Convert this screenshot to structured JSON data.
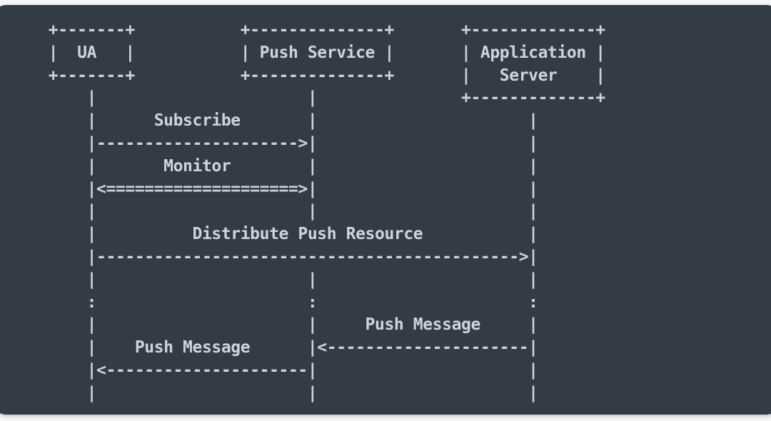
{
  "colors": {
    "page_bg": "#f5f6f7",
    "panel_bg": "#333c46",
    "text": "#ced4da"
  },
  "diagram": {
    "type": "ascii-sequence-diagram",
    "participants": [
      "UA",
      "Push Service",
      "Application Server"
    ],
    "messages": [
      {
        "label": "Subscribe",
        "from": "UA",
        "to": "Push Service",
        "style": "dashed-arrow-right"
      },
      {
        "label": "Monitor",
        "from": "UA",
        "to": "Push Service",
        "style": "double-line-bidirectional"
      },
      {
        "label": "Distribute Push Resource",
        "from": "UA",
        "to": "Application Server",
        "style": "dashed-arrow-right"
      },
      {
        "label": "Push Message",
        "from": "Application Server",
        "to": "Push Service",
        "style": "dashed-arrow-left"
      },
      {
        "label": "Push Message",
        "from": "Push Service",
        "to": "UA",
        "style": "dashed-arrow-left"
      }
    ],
    "ascii_lines": [
      "    +-------+           +--------------+       +-------------+",
      "    |  UA   |           | Push Service |       | Application |",
      "    +-------+           +--------------+       |   Server    |",
      "        |                      |               +-------------+",
      "        |      Subscribe       |                      |",
      "        |--------------------->|                      |",
      "        |       Monitor        |                      |",
      "        |<====================>|                      |",
      "        |                      |                      |",
      "        |          Distribute Push Resource           |",
      "        |-------------------------------------------->|",
      "        |                      |                      |",
      "        :                      :                      :",
      "        |                      |     Push Message     |",
      "        |    Push Message      |<---------------------|",
      "        |<---------------------|                      |",
      "        |                      |                      |"
    ]
  }
}
